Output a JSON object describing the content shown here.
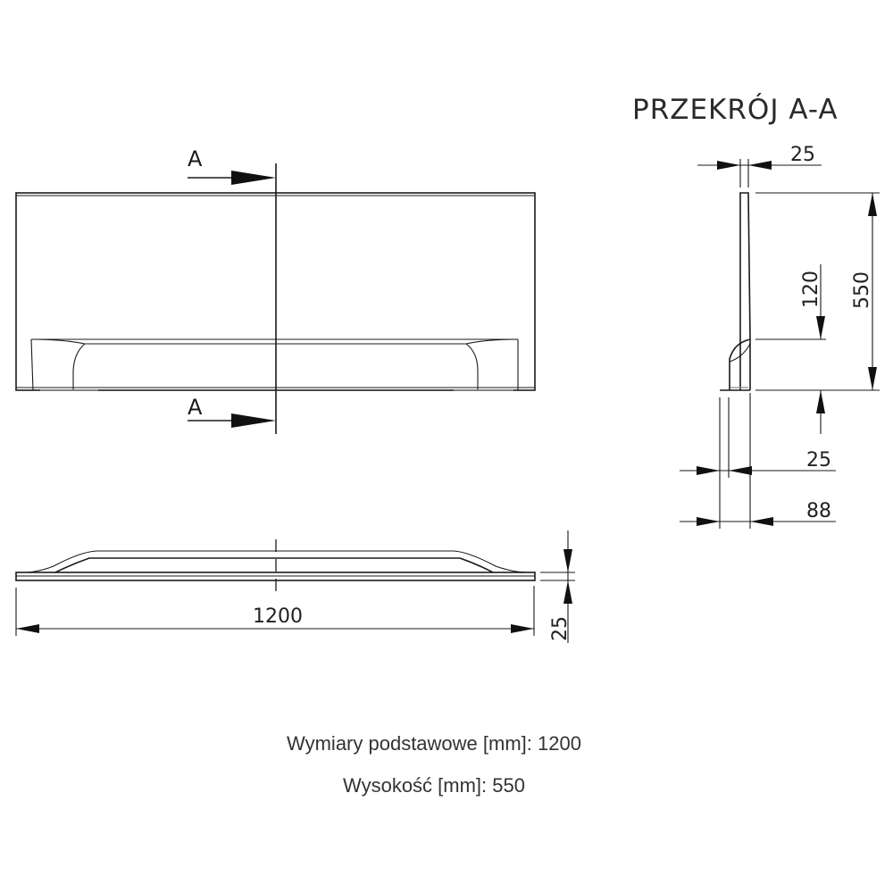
{
  "section_view": {
    "title": "PRZEKRÓJ A-A",
    "dims": {
      "top_thickness": "25",
      "total_height": "550",
      "foot_height": "120",
      "bottom_thickness": "25",
      "foot_depth": "88"
    }
  },
  "front_view": {
    "section_label_top": "A",
    "section_label_bottom": "A"
  },
  "top_view": {
    "dims": {
      "length": "1200",
      "thickness": "25"
    }
  },
  "captions": {
    "base_dimensions": "Wymiary podstawowe [mm]: 1200",
    "height": "Wysokość [mm]: 550"
  }
}
